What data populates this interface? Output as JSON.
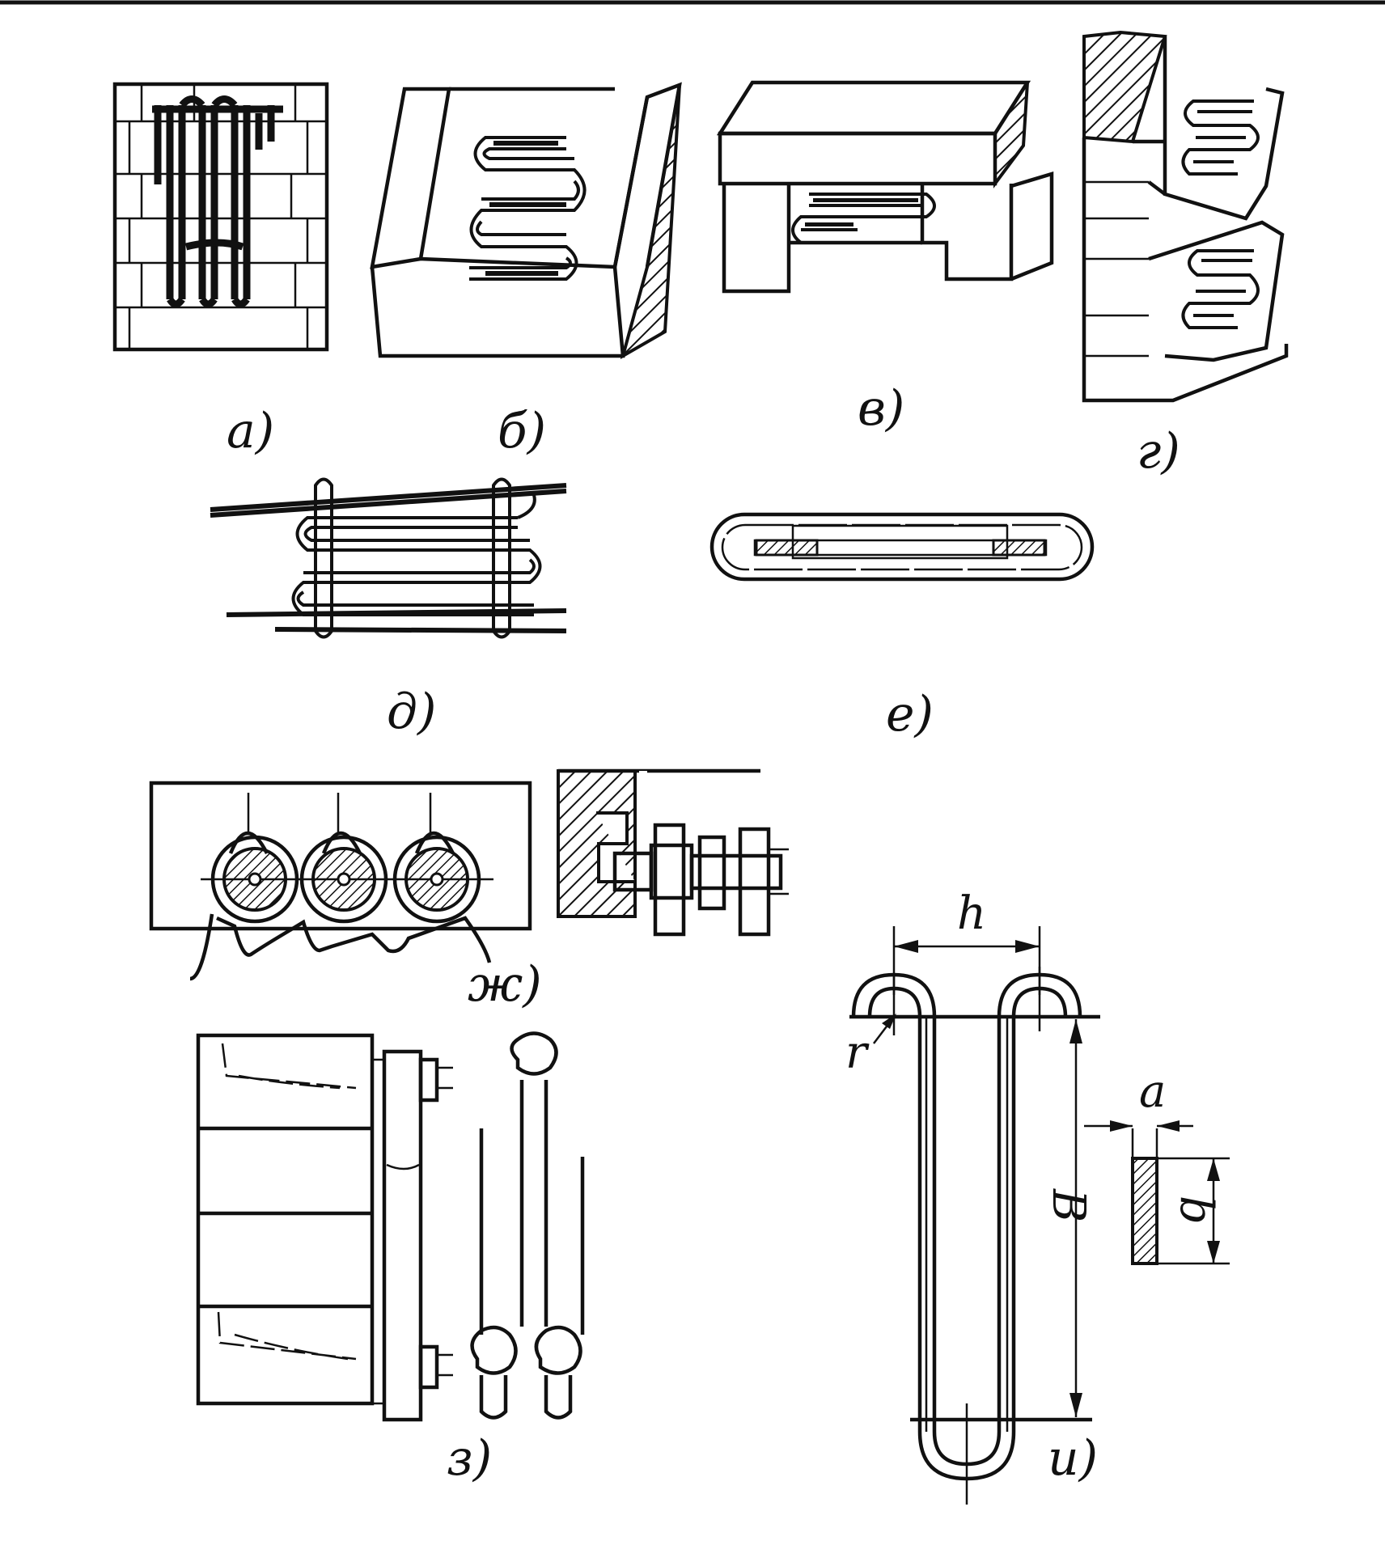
{
  "figure": {
    "panels": [
      {
        "id": "a",
        "caption": "а)"
      },
      {
        "id": "b",
        "caption": "б)"
      },
      {
        "id": "v",
        "caption": "в)"
      },
      {
        "id": "g",
        "caption": "г)"
      },
      {
        "id": "d",
        "caption": "д)"
      },
      {
        "id": "e",
        "caption": "е)"
      },
      {
        "id": "zh",
        "caption": "ж)"
      },
      {
        "id": "z",
        "caption": "з)"
      },
      {
        "id": "i",
        "caption": "и)"
      }
    ],
    "dimension_labels": {
      "h": "h",
      "r": "r",
      "B": "B",
      "a": "a",
      "b": "b"
    },
    "colors": {
      "ink": "#111111",
      "paper": "#ffffff"
    }
  }
}
